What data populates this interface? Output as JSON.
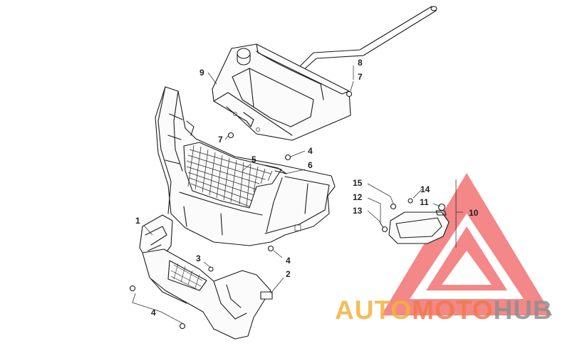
{
  "callouts": {
    "c1": "1",
    "c2": "2",
    "c3": "3",
    "c4a": "4",
    "c4b": "4",
    "c4c": "4",
    "c5": "5",
    "c6": "6",
    "c7a": "7",
    "c7b": "7",
    "c8": "8",
    "c9": "9",
    "c10": "10",
    "c11": "11",
    "c12": "12",
    "c13": "13",
    "c14": "14",
    "c15": "15"
  },
  "watermark": {
    "part1": "AUTO",
    "part2": "MOTO",
    "part3": "HUB",
    "colors": {
      "auto": "#f2b23c",
      "moto": "#f07a4a",
      "hub": "#8f8f8f",
      "triangle": "#f05a5a"
    }
  }
}
